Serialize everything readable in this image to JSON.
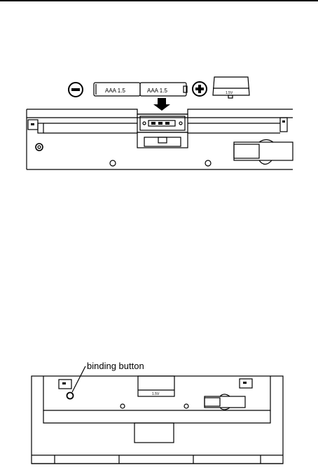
{
  "figure1": {
    "minus_symbol": "−",
    "plus_symbol": "+",
    "battery_left_text": "AAA  1.5",
    "battery_right_text": "AAA  1.5",
    "cover_text": "1.5V"
  },
  "figure2": {
    "callout_label": "binding button",
    "cover_text": "1.5V"
  },
  "colors": {
    "line": "#000000",
    "background": "#ffffff"
  }
}
